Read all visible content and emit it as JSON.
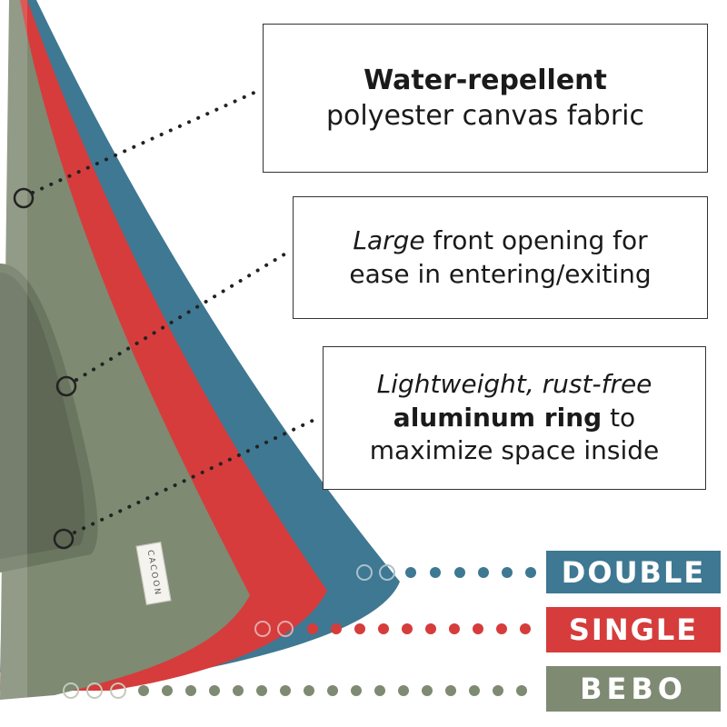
{
  "colors": {
    "bebo": "#7e8a72",
    "single": "#d63c3c",
    "double": "#3e7892",
    "dots": "#222222"
  },
  "callouts": [
    {
      "line1_bold": "Water-repellent",
      "line2": "polyester canvas fabric"
    },
    {
      "line1_em": "Large",
      "line1_rest": " front opening for",
      "line2": "ease in entering/exiting"
    },
    {
      "line1_em": "Lightweight, rust-free",
      "line2_bold": "aluminum ring",
      "line2_rest": " to",
      "line3": "maximize space inside"
    }
  ],
  "sizes": [
    {
      "label": "DOUBLE"
    },
    {
      "label": "SINGLE"
    },
    {
      "label": "BEBO"
    }
  ],
  "brand_label": "CACOON"
}
